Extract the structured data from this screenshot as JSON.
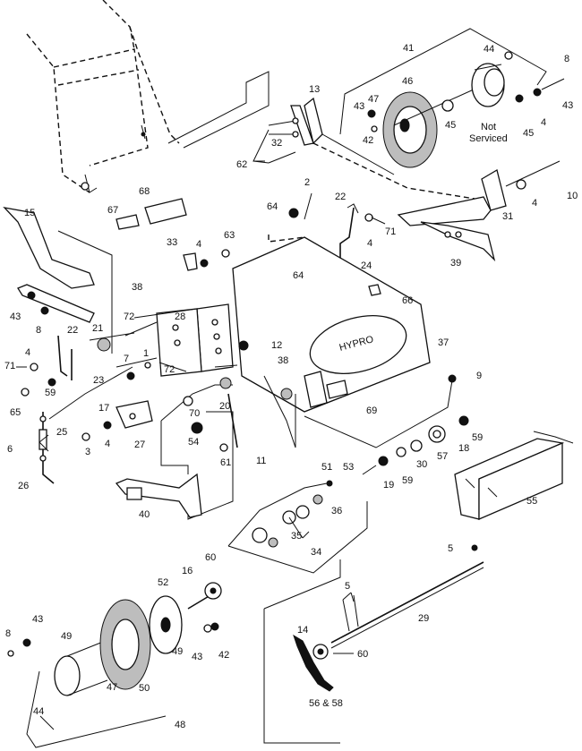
{
  "diagram": {
    "callouts": {
      "c2": "2",
      "c3": "3",
      "c4a": "4",
      "c4b": "4",
      "c4c": "4",
      "c4d": "4",
      "c4e": "4",
      "c5a": "5",
      "c5b": "5",
      "c6": "6",
      "c7": "7",
      "c8a": "8",
      "c8b": "8",
      "c8c": "8",
      "c9": "9",
      "c10": "10",
      "c11": "11",
      "c12": "12",
      "c13": "13",
      "c14": "14",
      "c15": "15",
      "c16": "16",
      "c17": "17",
      "c18": "18",
      "c19": "19",
      "c20": "20",
      "c21": "21",
      "c22a": "22",
      "c22b": "22",
      "c23": "23",
      "c24": "24",
      "c25": "25",
      "c26": "26",
      "c27": "27",
      "c28": "28",
      "c29": "29",
      "c30": "30",
      "c31": "31",
      "c32": "32",
      "c33": "33",
      "c34": "34",
      "c35": "35",
      "c36": "36",
      "c37": "37",
      "c38a": "38",
      "c38b": "38",
      "c39": "39",
      "c40": "40",
      "c41": "41",
      "c42a": "42",
      "c42b": "42",
      "c43a": "43",
      "c43b": "43",
      "c43c": "43",
      "c43d": "43",
      "c43e": "43",
      "c44a": "44",
      "c44b": "44",
      "c45a": "45",
      "c45b": "45",
      "c46": "46",
      "c47a": "47",
      "c47b": "47",
      "c48": "48",
      "c49a": "49",
      "c49b": "49",
      "c50": "50",
      "c51": "51",
      "c52": "52",
      "c53": "53",
      "c54": "54",
      "c55": "55",
      "c56": "56 & 58",
      "c57": "57",
      "c59a": "59",
      "c59b": "59",
      "c59c": "59",
      "c60a": "60",
      "c60b": "60",
      "c61": "61",
      "c62": "62",
      "c63": "63",
      "c64a": "64",
      "c64b": "64",
      "c65": "65",
      "c66": "66",
      "c67": "67",
      "c68": "68",
      "c69": "69",
      "c70": "70",
      "c71a": "71",
      "c71b": "71",
      "c72a": "72",
      "c72b": "72",
      "c1": "1"
    },
    "note": {
      "line1": "Not",
      "line2": "Serviced"
    },
    "deck_logo": "HYPRO"
  }
}
